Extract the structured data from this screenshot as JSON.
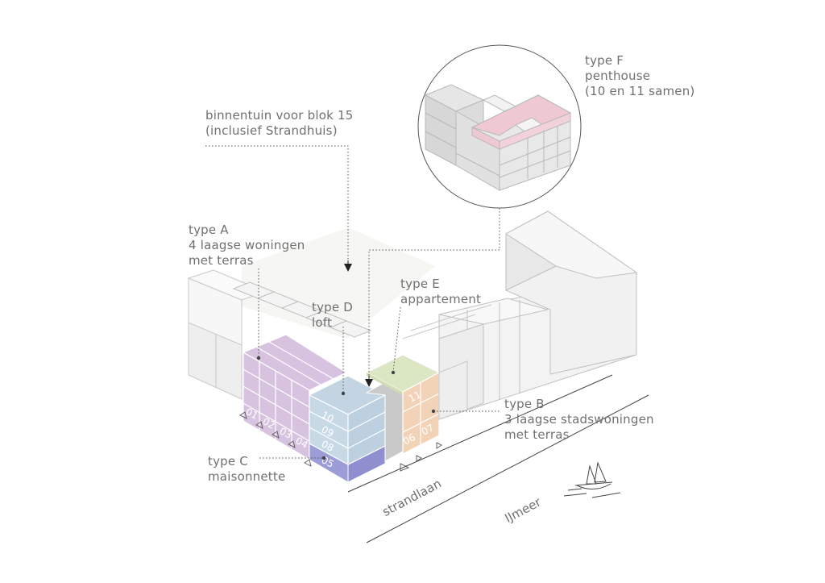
{
  "labels": {
    "type_f": {
      "line1": "type F",
      "line2": "penthouse",
      "line3": "(10 en 11 samen)"
    },
    "binnentuin": {
      "line1": "binnentuin voor blok 15",
      "line2": "(inclusief Strandhuis)"
    },
    "type_a": {
      "line1": "type A",
      "line2": "4 laagse woningen",
      "line3": "met terras"
    },
    "type_e": {
      "line1": "type E",
      "line2": "appartement"
    },
    "type_d": {
      "line1": "type D",
      "line2": "loft"
    },
    "type_b": {
      "line1": "type B",
      "line2": "3 laagse stadswoningen",
      "line3": "met terras"
    },
    "type_c": {
      "line1": "type C",
      "line2": "maisonnette"
    }
  },
  "streets": {
    "strandlaan": "strandlaan",
    "ijmeer": "IJmeer"
  },
  "unit_numbers": [
    "01",
    "02",
    "03",
    "04",
    "05",
    "06",
    "07",
    "08",
    "09",
    "10",
    "11"
  ],
  "colors": {
    "type_a": "#d7c3df",
    "type_b": "#f2d3b8",
    "type_c": "#8f8fd0",
    "type_d": "#c3d5e3",
    "type_e": "#dbe6c3",
    "type_f": "#efc9d2",
    "neutral_block": "#f0f0f0",
    "line": "#b5b5b5",
    "text": "#707070"
  }
}
